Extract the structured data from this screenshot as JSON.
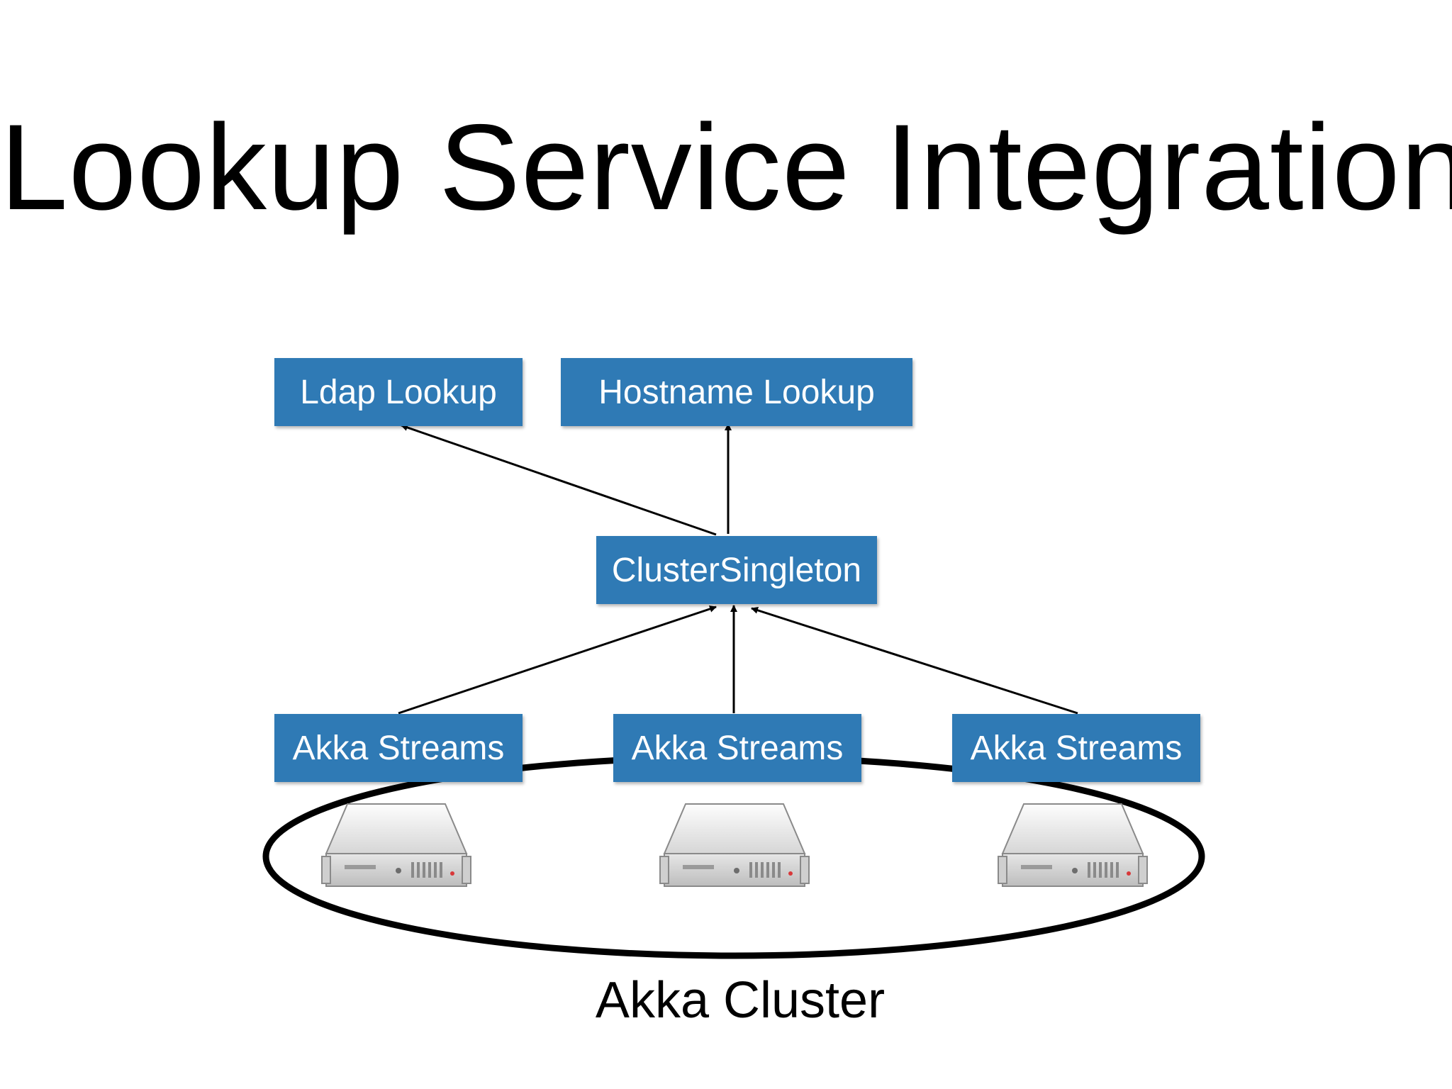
{
  "slide": {
    "title": "Lookup Service Integration"
  },
  "nodes": {
    "ldap_lookup": "Ldap Lookup",
    "hostname_lookup": "Hostname Lookup",
    "cluster_singleton": "ClusterSingleton",
    "akka_streams_1": "Akka Streams",
    "akka_streams_2": "Akka Streams",
    "akka_streams_3": "Akka Streams"
  },
  "cluster": {
    "label": "Akka Cluster",
    "server_icon": "server-icon"
  },
  "colors": {
    "node_fill": "#2f7ab5",
    "node_text": "#ffffff",
    "arrow": "#000000"
  }
}
